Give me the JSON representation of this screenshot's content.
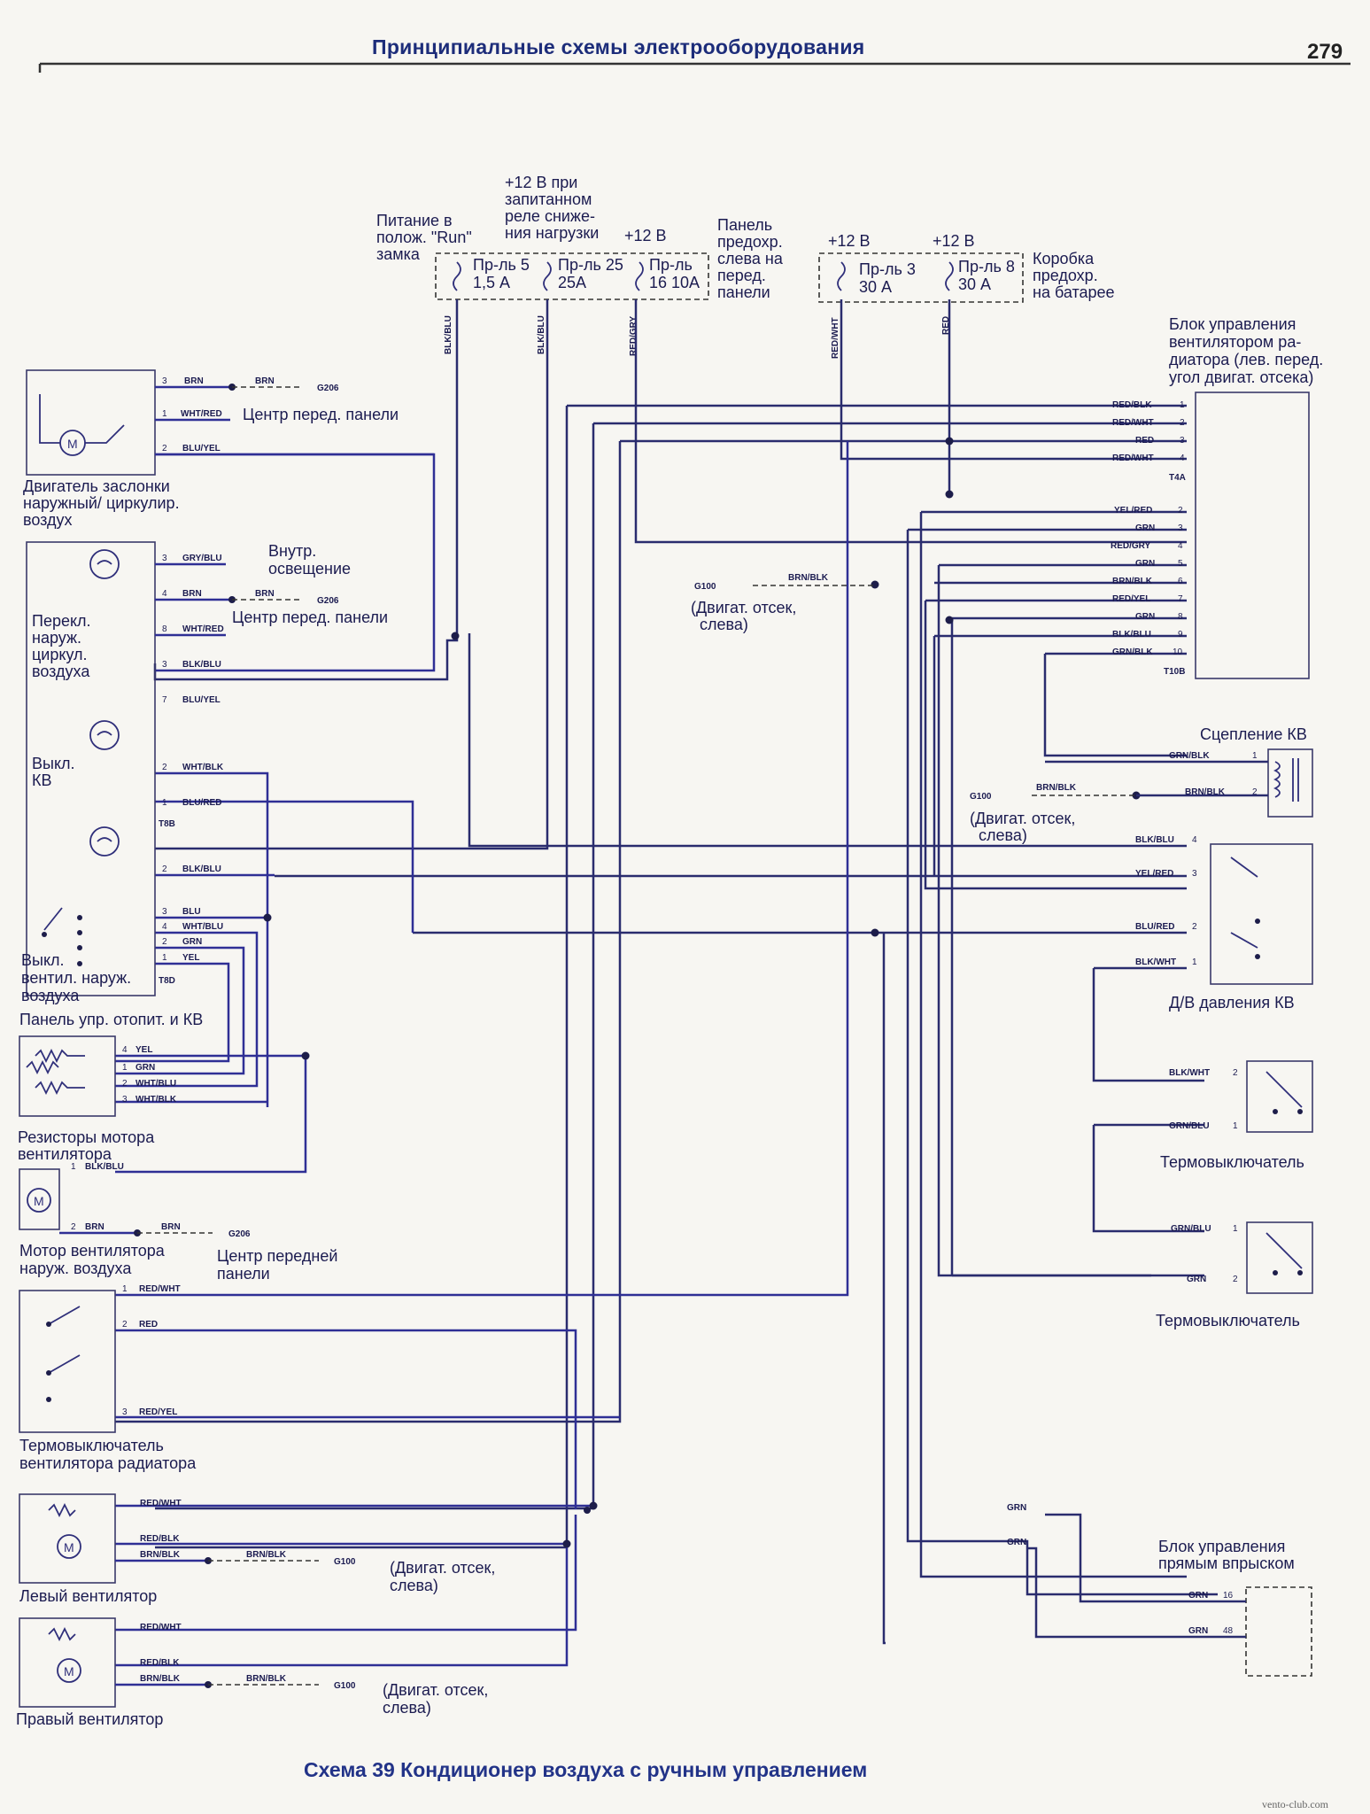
{
  "header": {
    "title": "Принципиальные схемы электрооборудования",
    "page_number": "279"
  },
  "caption": "Схема 39 Кондиционер воздуха с ручным управлением",
  "watermark": "vento-club.com",
  "power": {
    "run": [
      "Питание в",
      "полож. \"Run\"",
      "замка"
    ],
    "relay": [
      "+12 В при",
      "запитанном",
      "реле сниже-",
      "ния нагрузки"
    ],
    "plus12_a": "+12 В",
    "plus12_b": "+12 В",
    "plus12_c": "+12 В",
    "fuse5": [
      "Пр-ль 5",
      "1,5 А"
    ],
    "fuse25": [
      "Пр-ль 25",
      "25А"
    ],
    "fuse16": [
      "Пр-ль",
      "16 10А"
    ],
    "fuse3": [
      "Пр-ль 3",
      "30 А"
    ],
    "fuse8": [
      "Пр-ль 8",
      "30 А"
    ],
    "panel_fusebox": [
      "Панель",
      "предохр.",
      "слева на",
      "перед.",
      "панели"
    ],
    "battery_fusebox": [
      "Коробка",
      "предохр.",
      "на батарее"
    ]
  },
  "wires": {
    "blk_blu": "BLK/BLU",
    "red_gry": "RED/GRY",
    "red_wht": "RED/WHT",
    "red": "RED",
    "brn": "BRN",
    "wht_red": "WHT/RED",
    "blu_yel": "BLU/YEL",
    "gry_blu": "GRY/BLU",
    "wht_blk": "WHT/BLK",
    "blu_red": "BLU/RED",
    "blu": "BLU",
    "wht_blu": "WHT/BLU",
    "grn": "GRN",
    "yel": "YEL",
    "red_blk": "RED/BLK",
    "yel_red": "YEL/RED",
    "brn_blk": "BRN/BLK",
    "red_yel": "RED/YEL",
    "grn_blk": "GRN/BLK",
    "grn_blu": "GRN/BLU",
    "blk_wht": "BLK/WHT"
  },
  "grounds": {
    "g206": "G206",
    "g100": "G100"
  },
  "connectors": {
    "t4a": "T4A",
    "t10b": "T10B",
    "t8b": "T8B",
    "t8d": "T8D"
  },
  "labels": {
    "damper_motor": [
      "Двигатель заслонки",
      "наружный/ циркулир.",
      "воздух"
    ],
    "front_panel_center": "Центр перед. панели",
    "interior_light": [
      "Внутр.",
      "освещение"
    ],
    "recirc_switch": [
      "Перекл.",
      "наруж.",
      "циркул.",
      "воздуха"
    ],
    "ac_switch": [
      "Выкл.",
      "КВ"
    ],
    "fan_switch": [
      "Выкл.",
      "вентил. наруж.",
      "воздуха"
    ],
    "heater_panel": "Панель упр. отопит. и КВ",
    "fan_resistors": [
      "Резисторы мотора",
      "вентилятора"
    ],
    "fan_motor": [
      "Мотор вентилятора",
      "наруж. воздуха"
    ],
    "front_panel_center2": [
      "Центр передней",
      "панели"
    ],
    "rad_thermo": [
      "Термовыключатель",
      "вентилятора радиатора"
    ],
    "left_fan": "Левый вентилятор",
    "right_fan": "Правый вентилятор",
    "engine_left": [
      "(Двигат. отсек,",
      "слева)"
    ],
    "rad_fan_module": [
      "Блок управления",
      "вентилятором ра-",
      "диатора (лев. перед.",
      "угол двигат. отсека)"
    ],
    "ac_clutch": "Сцепление КВ",
    "ac_pressure": "Д/В давления КВ",
    "thermo_switch": "Термовыключатель",
    "ecu": [
      "Блок управления",
      "прямым впрыском"
    ]
  },
  "module_pins": {
    "t4a": [
      {
        "wire": "RED/BLK",
        "pin": "1"
      },
      {
        "wire": "RED/WHT",
        "pin": "2"
      },
      {
        "wire": "RED",
        "pin": "3"
      },
      {
        "wire": "RED/WHT",
        "pin": "4"
      }
    ],
    "t10b": [
      {
        "wire": "YEL/RED",
        "pin": "2"
      },
      {
        "wire": "GRN",
        "pin": "3"
      },
      {
        "wire": "RED/GRY",
        "pin": "4"
      },
      {
        "wire": "GRN",
        "pin": "5"
      },
      {
        "wire": "BRN/BLK",
        "pin": "6"
      },
      {
        "wire": "RED/YEL",
        "pin": "7"
      },
      {
        "wire": "GRN",
        "pin": "8"
      },
      {
        "wire": "BLK/BLU",
        "pin": "9"
      },
      {
        "wire": "GRN/BLK",
        "pin": "10"
      }
    ],
    "pressure_switch": [
      {
        "wire": "BLK/BLU",
        "pin": "4"
      },
      {
        "wire": "YEL/RED",
        "pin": "3"
      },
      {
        "wire": "BLU/RED",
        "pin": "2"
      },
      {
        "wire": "BLK/WHT",
        "pin": "1"
      }
    ],
    "ecu": [
      {
        "wire": "GRN",
        "pin": "16"
      },
      {
        "wire": "GRN",
        "pin": "48"
      }
    ]
  }
}
